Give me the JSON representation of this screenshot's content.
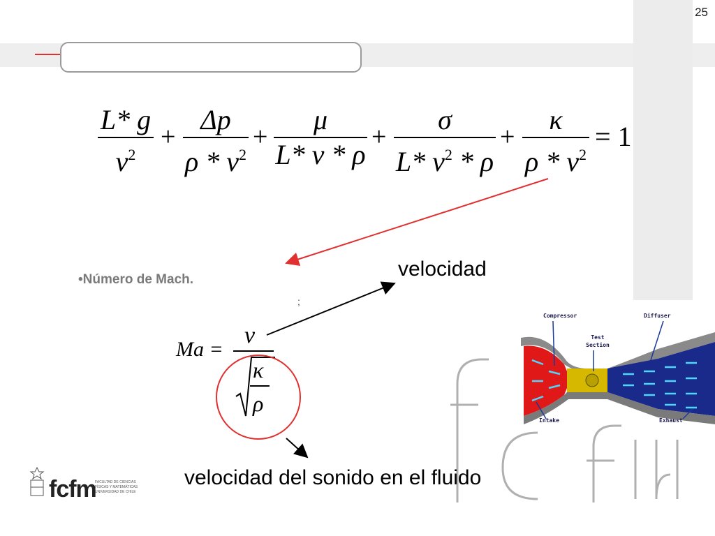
{
  "slide": {
    "number": "25"
  },
  "equation": {
    "terms": [
      {
        "num": "L* g",
        "den": "v",
        "den_sup": "2"
      },
      {
        "num": "Δp",
        "den": "ρ * v",
        "den_sup": "2"
      },
      {
        "num": "μ",
        "den": "L* v * ρ",
        "den_sup": ""
      },
      {
        "num": "σ",
        "den": "L* v",
        "den_sup": "2",
        "den_tail": " * ρ"
      },
      {
        "num": "κ",
        "den": "ρ * v",
        "den_sup": "2"
      }
    ],
    "plus": "+",
    "equals": "= 1"
  },
  "bullet": {
    "text": "•Número de Mach."
  },
  "semicolon": ";",
  "mach": {
    "lhs": "Ma =",
    "num": "v",
    "rad_num": "κ",
    "rad_den": "ρ"
  },
  "labels": {
    "velocity": "velocidad",
    "sound": "velocidad del sonido en el fluido"
  },
  "logo": {
    "text": "fcfm",
    "small": "FACULTAD DE CIENCIAS FÍSICAS Y MATEMÁTICAS UNIVERSIDAD DE CHILE"
  },
  "tunnel": {
    "compressor": "Compressor",
    "test_section": "Test Section",
    "diffuser": "Diffuser",
    "intake": "Intake",
    "exhaust": "Exhaust"
  },
  "colors": {
    "accent_red": "#e03030",
    "band_gray": "#eeeeee"
  }
}
